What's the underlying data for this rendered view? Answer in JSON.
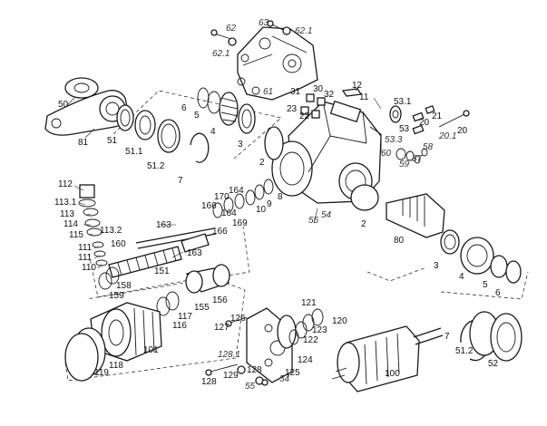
{
  "labels": [
    {
      "id": "p62",
      "text": "62",
      "alt": true
    },
    {
      "id": "p63",
      "text": "63",
      "alt": true
    },
    {
      "id": "p62_1a",
      "text": "62.1",
      "alt": true
    },
    {
      "id": "p62_1b",
      "text": "62.1",
      "alt": true
    },
    {
      "id": "p61",
      "text": "61",
      "alt": true
    },
    {
      "id": "p50",
      "text": "50"
    },
    {
      "id": "p81",
      "text": "81"
    },
    {
      "id": "p51",
      "text": "51"
    },
    {
      "id": "p51_1a",
      "text": "51.1"
    },
    {
      "id": "p51_2a",
      "text": "51.2"
    },
    {
      "id": "p7a",
      "text": "7"
    },
    {
      "id": "p6a",
      "text": "6"
    },
    {
      "id": "p5a",
      "text": "5"
    },
    {
      "id": "p4a",
      "text": "4"
    },
    {
      "id": "p3a",
      "text": "3"
    },
    {
      "id": "p2a",
      "text": "2"
    },
    {
      "id": "p31",
      "text": "31"
    },
    {
      "id": "p30",
      "text": "30"
    },
    {
      "id": "p32",
      "text": "32"
    },
    {
      "id": "p12",
      "text": "12"
    },
    {
      "id": "p11",
      "text": "11"
    },
    {
      "id": "p23",
      "text": "23"
    },
    {
      "id": "p22",
      "text": "22"
    },
    {
      "id": "p53_1",
      "text": "53.1"
    },
    {
      "id": "p53_3",
      "text": "53.3",
      "alt": true
    },
    {
      "id": "p53",
      "text": "53"
    },
    {
      "id": "p21",
      "text": "21"
    },
    {
      "id": "p20a",
      "text": "20"
    },
    {
      "id": "p20_1",
      "text": "20.1",
      "alt": true
    },
    {
      "id": "p20b",
      "text": "20"
    },
    {
      "id": "p60",
      "text": "60",
      "alt": true
    },
    {
      "id": "p58",
      "text": "58",
      "alt": true
    },
    {
      "id": "p59",
      "text": "59",
      "alt": true
    },
    {
      "id": "p57",
      "text": "57",
      "alt": true
    },
    {
      "id": "p112",
      "text": "112"
    },
    {
      "id": "p113_1",
      "text": "113.1"
    },
    {
      "id": "p113",
      "text": "113"
    },
    {
      "id": "p114",
      "text": "114"
    },
    {
      "id": "p115",
      "text": "115"
    },
    {
      "id": "p113_2",
      "text": "113.2"
    },
    {
      "id": "p111a",
      "text": "111"
    },
    {
      "id": "p111b",
      "text": "111"
    },
    {
      "id": "p110",
      "text": "110"
    },
    {
      "id": "p160",
      "text": "160"
    },
    {
      "id": "p163a",
      "text": "163"
    },
    {
      "id": "p163b",
      "text": "163"
    },
    {
      "id": "p166a",
      "text": "166"
    },
    {
      "id": "p170",
      "text": "170"
    },
    {
      "id": "p164a",
      "text": "164"
    },
    {
      "id": "p164b",
      "text": "164"
    },
    {
      "id": "p169",
      "text": "169"
    },
    {
      "id": "p166b",
      "text": "166"
    },
    {
      "id": "p10",
      "text": "10"
    },
    {
      "id": "p9",
      "text": "9"
    },
    {
      "id": "p8",
      "text": "8"
    },
    {
      "id": "p55a",
      "text": "55",
      "alt": true
    },
    {
      "id": "p54a",
      "text": "54",
      "alt": true
    },
    {
      "id": "p2b",
      "text": "2"
    },
    {
      "id": "p80",
      "text": "80"
    },
    {
      "id": "p151",
      "text": "151"
    },
    {
      "id": "p158",
      "text": "158"
    },
    {
      "id": "p159",
      "text": "159"
    },
    {
      "id": "p155",
      "text": "155"
    },
    {
      "id": "p156",
      "text": "156"
    },
    {
      "id": "p117",
      "text": "117"
    },
    {
      "id": "p116",
      "text": "116"
    },
    {
      "id": "p3b",
      "text": "3"
    },
    {
      "id": "p4b",
      "text": "4"
    },
    {
      "id": "p5b",
      "text": "5"
    },
    {
      "id": "p6b",
      "text": "6"
    },
    {
      "id": "p121",
      "text": "121"
    },
    {
      "id": "p123",
      "text": "123"
    },
    {
      "id": "p120",
      "text": "120"
    },
    {
      "id": "p122",
      "text": "122"
    },
    {
      "id": "p126",
      "text": "126"
    },
    {
      "id": "p127",
      "text": "127"
    },
    {
      "id": "p101",
      "text": "101"
    },
    {
      "id": "p118",
      "text": "118"
    },
    {
      "id": "p119",
      "text": "119"
    },
    {
      "id": "p7b",
      "text": "7"
    },
    {
      "id": "p51_2b",
      "text": "51.2"
    },
    {
      "id": "p52",
      "text": "52"
    },
    {
      "id": "p128_1",
      "text": "128.1",
      "alt": true
    },
    {
      "id": "p124",
      "text": "124"
    },
    {
      "id": "p128a",
      "text": "128"
    },
    {
      "id": "p129",
      "text": "129"
    },
    {
      "id": "p125",
      "text": "125"
    },
    {
      "id": "p128b",
      "text": "128"
    },
    {
      "id": "p55b",
      "text": "55",
      "alt": true
    },
    {
      "id": "p54b",
      "text": "54",
      "alt": true
    },
    {
      "id": "p100",
      "text": "100"
    }
  ]
}
